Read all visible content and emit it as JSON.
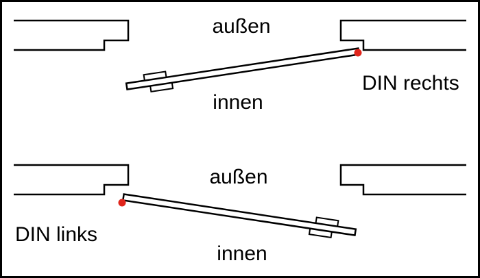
{
  "figure": {
    "top": {
      "outside_label": "außen",
      "inside_label": "innen",
      "din_label": "DIN rechts"
    },
    "bottom": {
      "outside_label": "außen",
      "inside_label": "innen",
      "din_label": "DIN links"
    }
  },
  "colors": {
    "hinge_dot": "#e0251b",
    "line": "#000000",
    "background": "#ffffff"
  }
}
